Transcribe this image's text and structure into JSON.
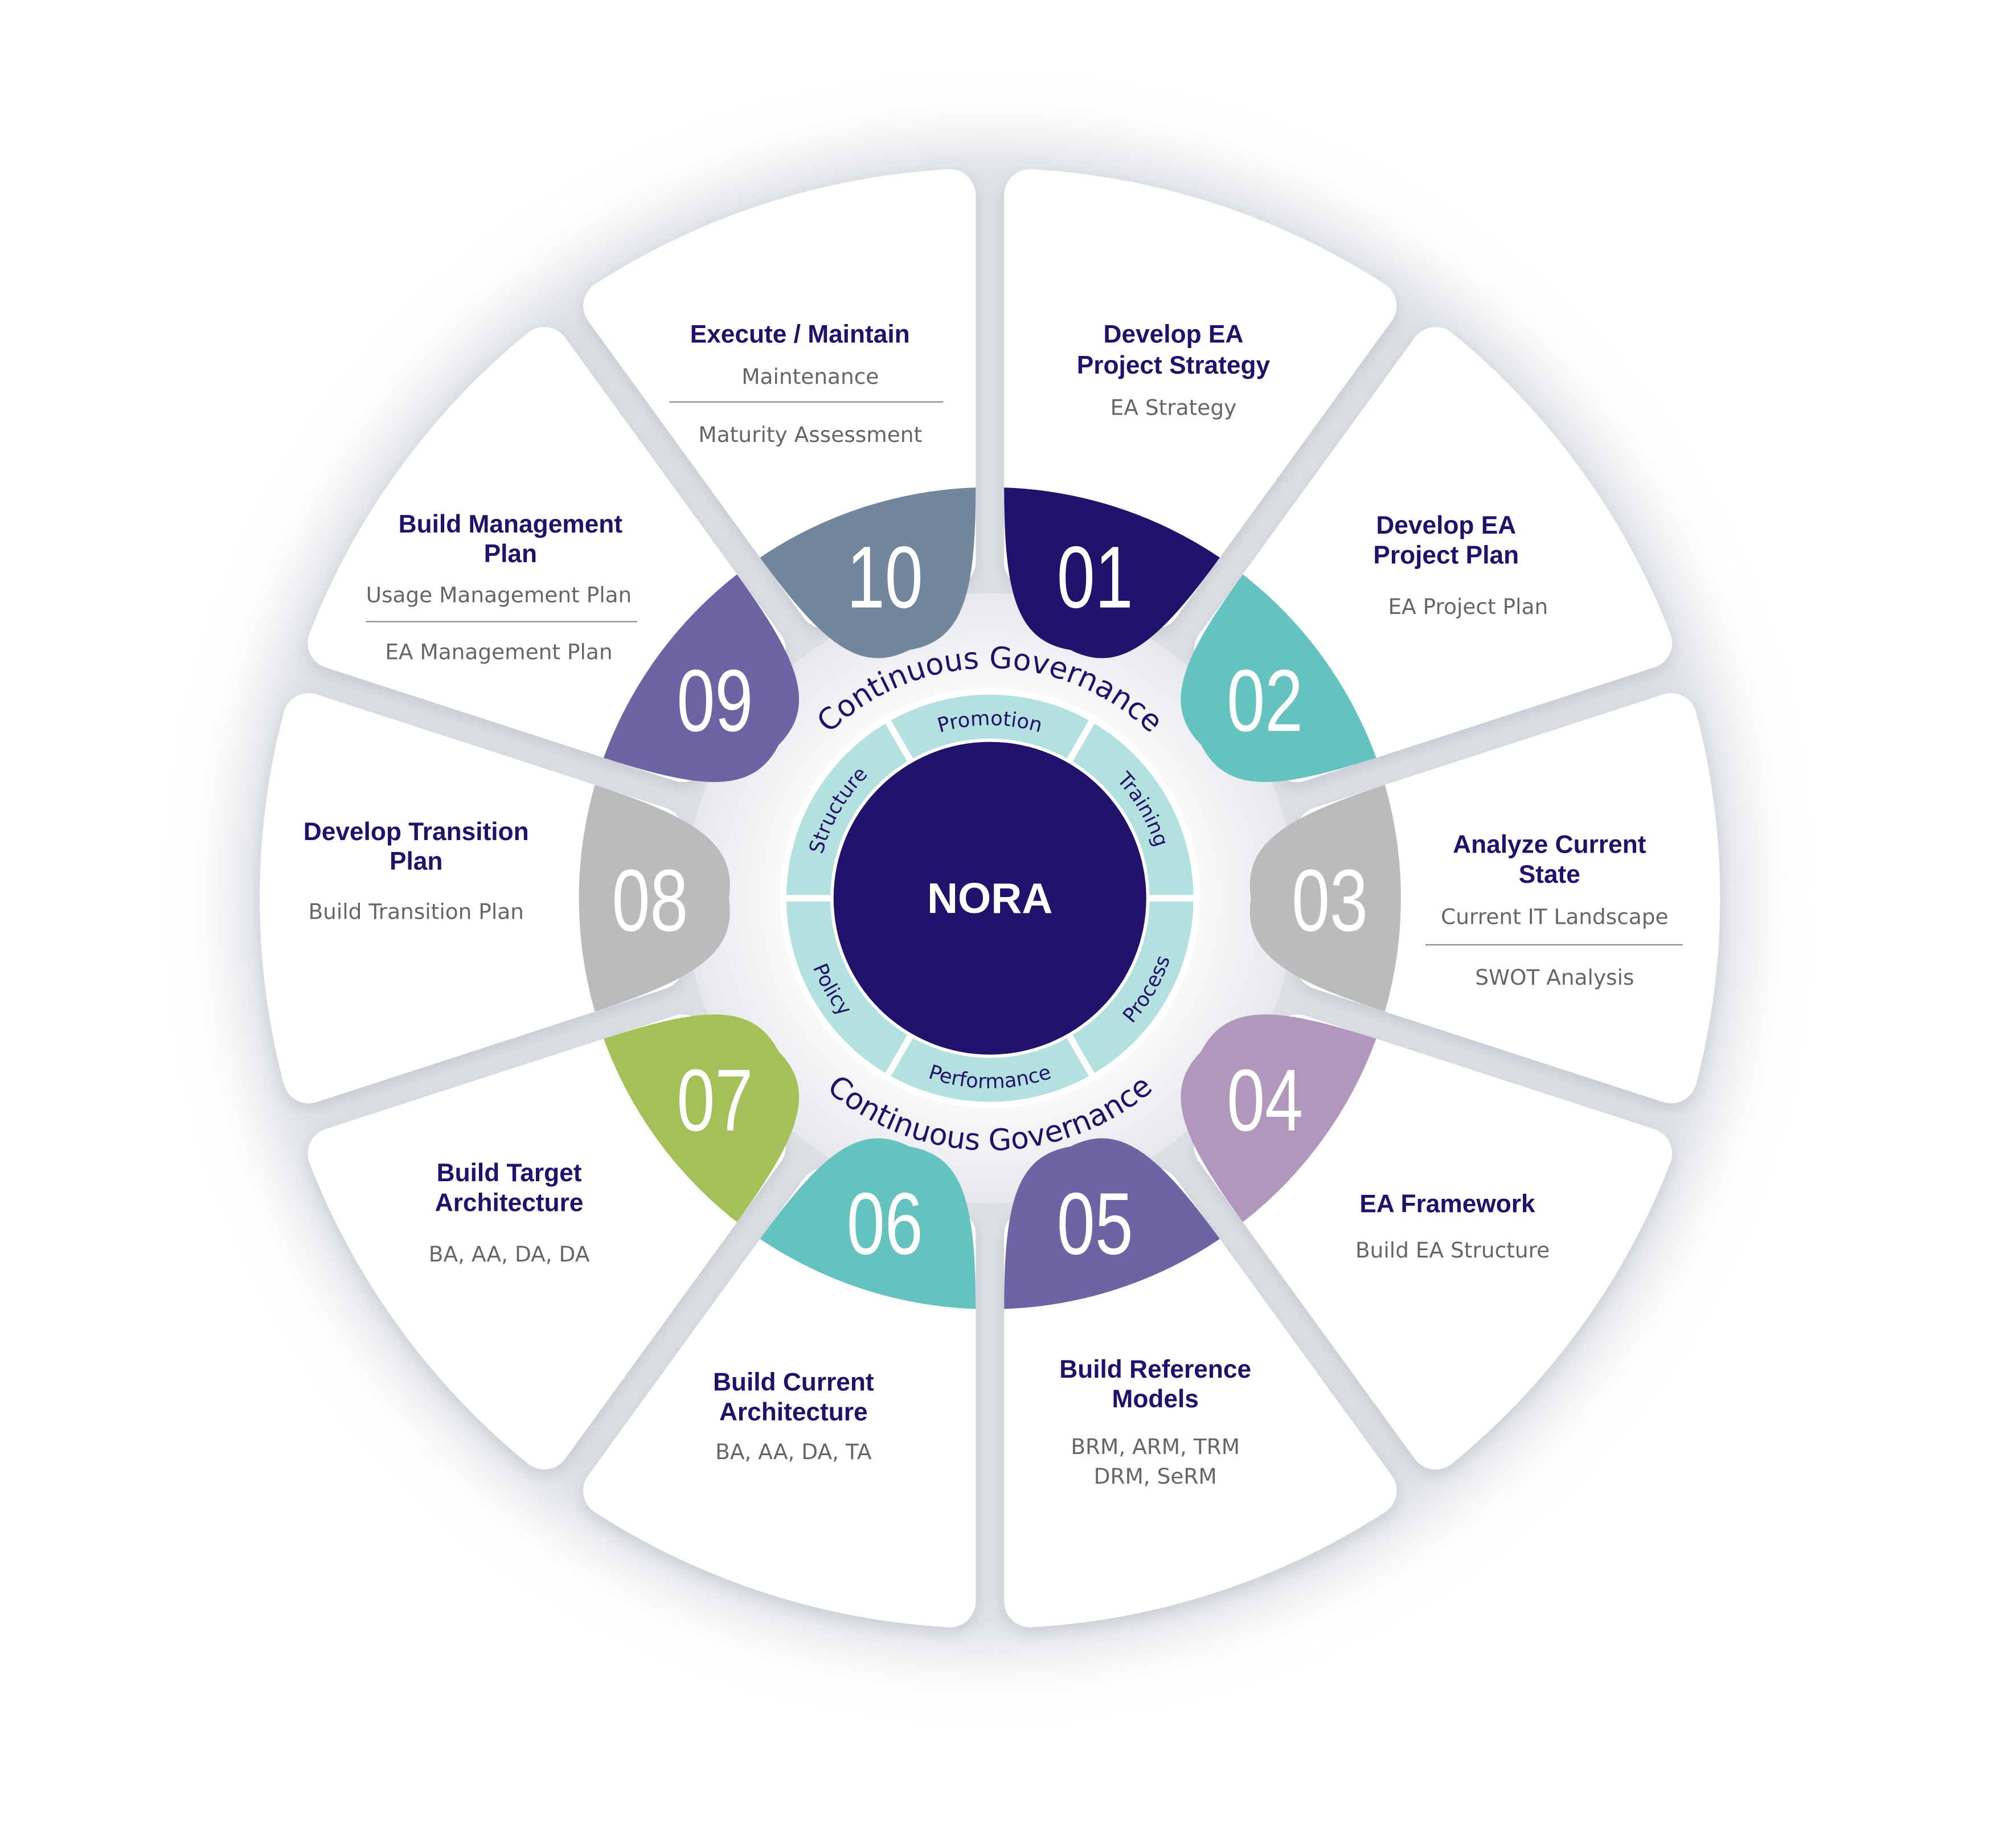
{
  "center": {
    "label": "NORA",
    "color": "#21136b"
  },
  "governance": {
    "top": "Continuous Governance",
    "bottom": "Continuous Governance"
  },
  "ring": {
    "color": "#b3e1e0",
    "segments": [
      {
        "label": "Training"
      },
      {
        "label": "Promotion"
      },
      {
        "label": "Structure"
      },
      {
        "label": "Policy"
      },
      {
        "label": "Performance"
      },
      {
        "label": "Process"
      }
    ]
  },
  "steps": [
    {
      "number": "01",
      "color": "#21136b",
      "title": [
        "Develop EA",
        "Project Strategy"
      ],
      "details": [
        "EA Strategy"
      ],
      "divided": false
    },
    {
      "number": "02",
      "color": "#64c3bf",
      "title": [
        "Develop EA",
        "Project Plan"
      ],
      "details": [
        "EA Project Plan"
      ],
      "divided": false
    },
    {
      "number": "03",
      "color": "#b9bbbd",
      "title": [
        "Analyze Current",
        "State"
      ],
      "details": [
        "Current IT Landscape",
        "SWOT Analysis"
      ],
      "divided": true
    },
    {
      "number": "04",
      "color": "#b297bd",
      "title": [
        "EA Framework"
      ],
      "details": [
        "Build EA Structure"
      ],
      "divided": false
    },
    {
      "number": "05",
      "color": "#6f64a3",
      "title": [
        "Build Reference",
        "Models"
      ],
      "details": [
        "BRM, ARM, TRM",
        "DRM, SeRM"
      ],
      "divided": false
    },
    {
      "number": "06",
      "color": "#64c3bf",
      "title": [
        "Build Current",
        "Architecture"
      ],
      "details": [
        "BA, AA, DA, TA"
      ],
      "divided": false
    },
    {
      "number": "07",
      "color": "#a4c058",
      "title": [
        "Build Target",
        "Architecture"
      ],
      "details": [
        "BA, AA, DA, DA"
      ],
      "divided": false
    },
    {
      "number": "08",
      "color": "#b9bbbd",
      "title": [
        "Develop Transition",
        "Plan"
      ],
      "details": [
        "Build Transition Plan"
      ],
      "divided": false
    },
    {
      "number": "09",
      "color": "#6f64a3",
      "title": [
        "Build Management",
        "Plan"
      ],
      "details": [
        "Usage Management Plan",
        "EA Management Plan"
      ],
      "divided": true
    },
    {
      "number": "10",
      "color": "#72869c",
      "title": [
        "Execute / Maintain"
      ],
      "details": [
        "Maintenance",
        "Maturity Assessment"
      ],
      "divided": true
    }
  ]
}
